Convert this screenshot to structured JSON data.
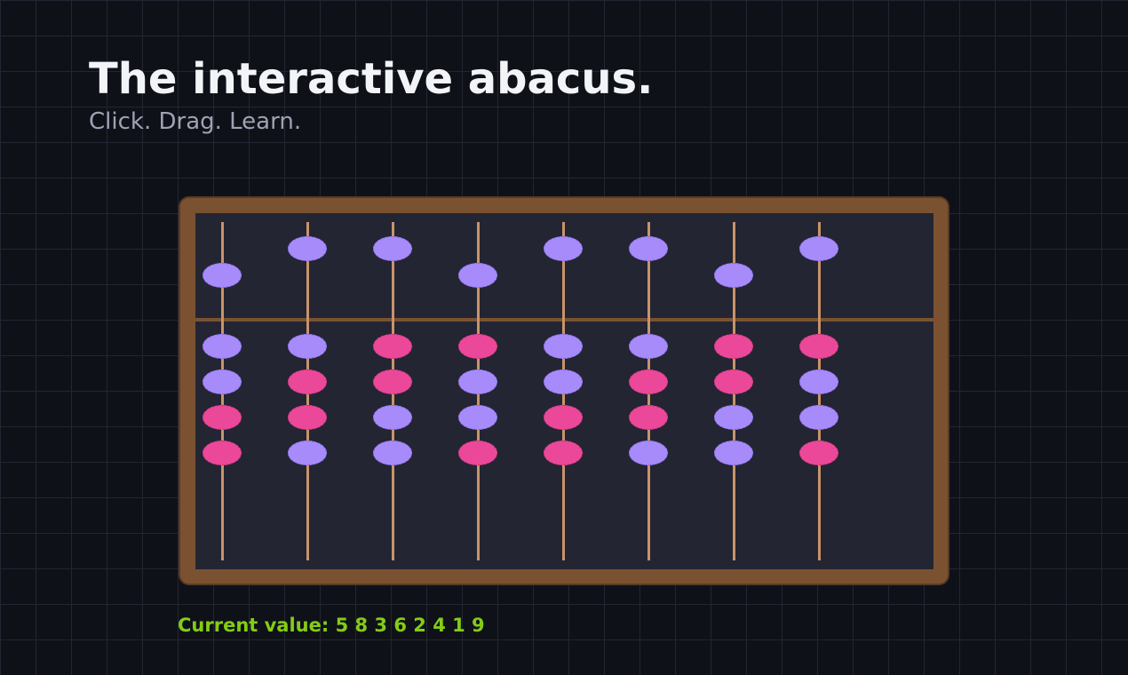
{
  "header": {
    "title": "The interactive abacus.",
    "subtitle": "Click. Drag. Learn."
  },
  "abacus": {
    "rod_count": 8,
    "colors": {
      "frame": "#7a5232",
      "board": "#232532",
      "rod": "#c8936a",
      "bead_violet": "#a78bfa",
      "bead_pink": "#ec4899"
    },
    "rods": [
      {
        "heaven_engaged": true,
        "earth_colors": [
          "violet",
          "violet",
          "pink",
          "pink"
        ]
      },
      {
        "heaven_engaged": false,
        "earth_colors": [
          "violet",
          "pink",
          "pink",
          "violet"
        ]
      },
      {
        "heaven_engaged": false,
        "earth_colors": [
          "pink",
          "pink",
          "violet",
          "violet"
        ]
      },
      {
        "heaven_engaged": true,
        "earth_colors": [
          "pink",
          "violet",
          "violet",
          "pink"
        ]
      },
      {
        "heaven_engaged": false,
        "earth_colors": [
          "violet",
          "violet",
          "pink",
          "pink"
        ]
      },
      {
        "heaven_engaged": false,
        "earth_colors": [
          "violet",
          "pink",
          "pink",
          "violet"
        ]
      },
      {
        "heaven_engaged": true,
        "earth_colors": [
          "pink",
          "pink",
          "violet",
          "violet"
        ]
      },
      {
        "heaven_engaged": false,
        "earth_colors": [
          "pink",
          "violet",
          "violet",
          "pink"
        ]
      }
    ]
  },
  "readout": {
    "text": "Current value: 5 8 3 6 2 4 1 9"
  }
}
